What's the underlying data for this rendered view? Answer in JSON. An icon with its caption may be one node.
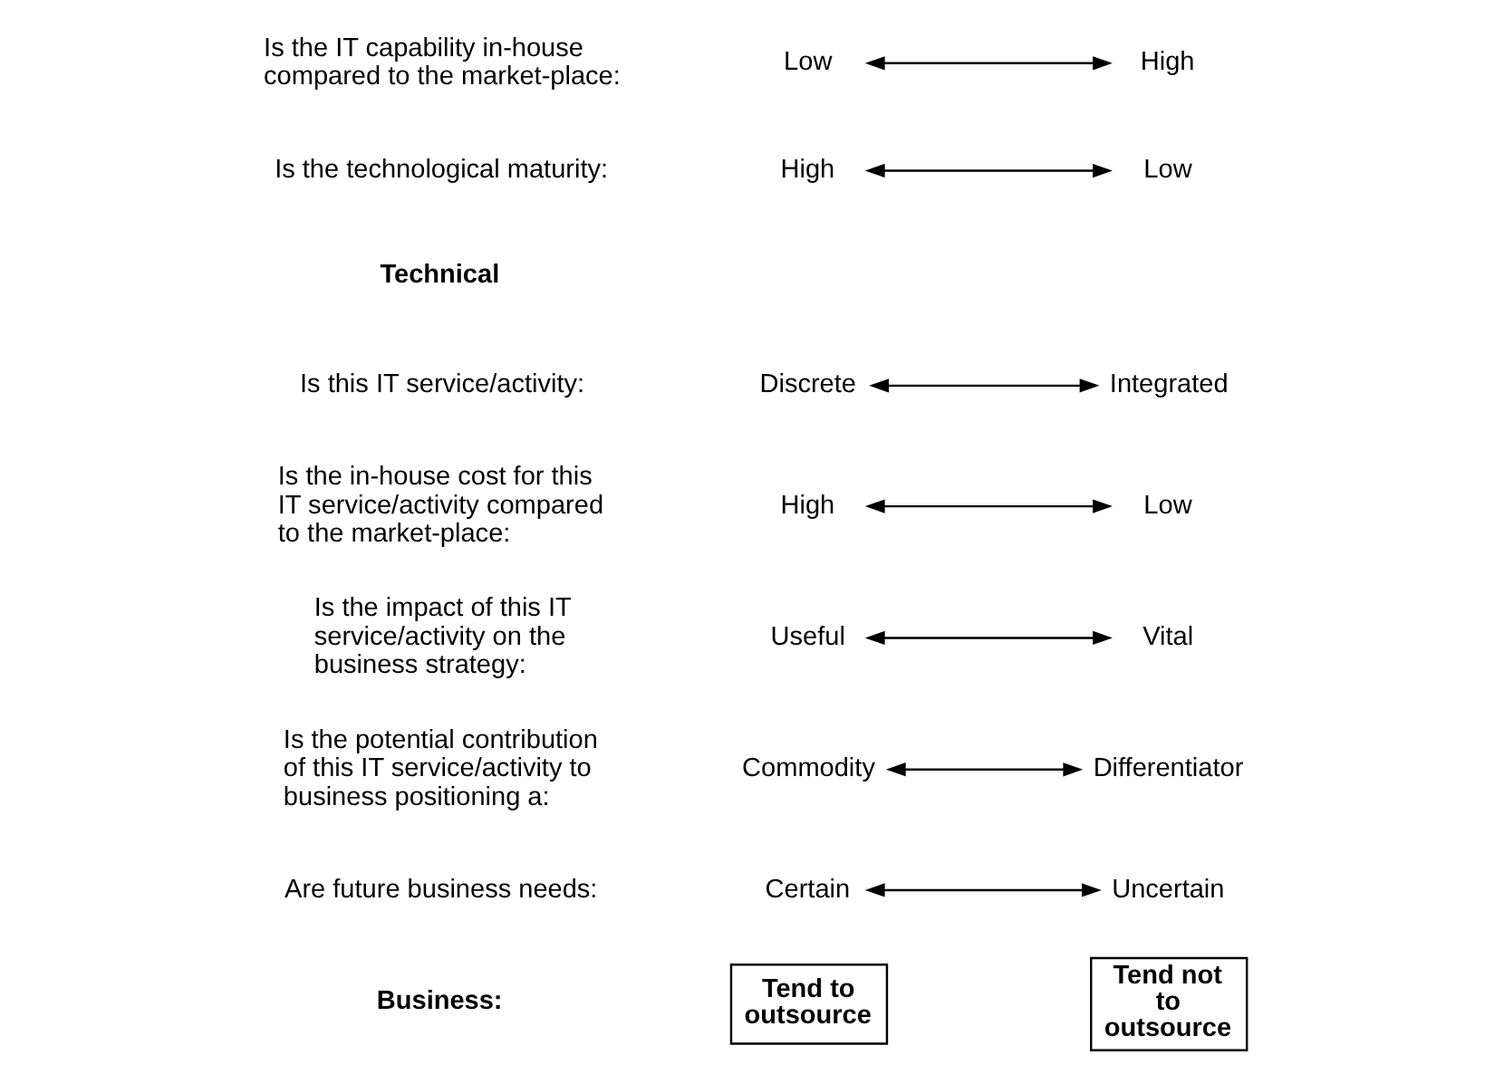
{
  "diagram": {
    "nodes": [
      {
        "text": [
          "Tend to outsource"
        ]
      },
      {
        "text": [
          "Tend not to outsource"
        ]
      },
      {
        "text": [
          "Certain"
        ]
      },
      {
        "text": [
          "Uncertain"
        ]
      },
      {
        "text": [
          "Commodity"
        ]
      },
      {
        "text": [
          "Differentiator"
        ]
      },
      {
        "text": [
          "Useful"
        ]
      },
      {
        "text": [
          "Vital"
        ]
      },
      {
        "text": [
          "High"
        ]
      },
      {
        "text": [
          "Low"
        ]
      },
      {
        "text": [
          "Discrete"
        ]
      },
      {
        "text": [
          "Integrated"
        ]
      },
      {
        "text": [
          "High"
        ]
      },
      {
        "text": [
          "Low"
        ]
      },
      {
        "text": [
          "Low"
        ]
      },
      {
        "text": [
          "High"
        ]
      }
    ],
    "edges": [
      {
        "from": 2,
        "to": 3,
        "arrow": "both"
      },
      {
        "from": 4,
        "to": 5,
        "arrow": "both"
      },
      {
        "from": 6,
        "to": 7,
        "arrow": "both"
      },
      {
        "from": 8,
        "to": 9,
        "arrow": "both"
      },
      {
        "from": 10,
        "to": 11,
        "arrow": "both"
      },
      {
        "from": 12,
        "to": 13,
        "arrow": "both"
      },
      {
        "from": 14,
        "to": 15,
        "arrow": "both"
      }
    ],
    "labels": [
      "Business:",
      "Are future business needs:",
      "Is the potential contribution of this IT service/activity to business positioning a:",
      "Is the impact of this IT service/activity on the business strategy:",
      "Is the in-house cost for this IT service/activity compared to the market-place:",
      "Technical",
      "Is this IT service/activity:",
      "Is the technological maturity:",
      "Is the IT capability in-house compared to the market-place:"
    ]
  }
}
